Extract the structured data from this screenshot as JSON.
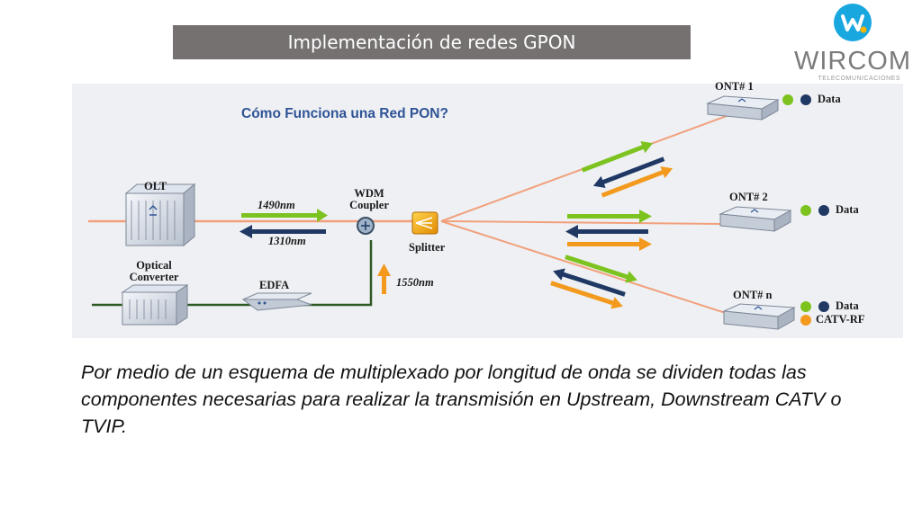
{
  "slide": {
    "title": "Implementación de redes GPON",
    "body": "Por medio de un esquema de multiplexado por longitud de onda se dividen todas las componentes necesarias para realizar la transmisión en Upstream, Downstream CATV o TVIP."
  },
  "logo": {
    "name": "WIRCOM",
    "subtitle": "TELECOMUNICACIONES",
    "accent_color": "#19a7e0"
  },
  "diagram": {
    "title": "Cómo Funciona una Red PON?",
    "devices": {
      "olt": "OLT",
      "optical_converter": "Optical Converter",
      "wdm_coupler": "WDM Coupler",
      "splitter": "Splitter",
      "edfa": "EDFA",
      "ont1": "ONT# 1",
      "ont2": "ONT# 2",
      "ontn": "ONT# n"
    },
    "wavelengths": {
      "downstream": "1490nm",
      "upstream": "1310nm",
      "video": "1550nm"
    },
    "legend": {
      "data": "Data",
      "catv": "CATV-RF"
    },
    "colors": {
      "green": "#7dc31f",
      "navy": "#1f3864",
      "orange": "#f39a1e",
      "fiber": "#f2a07b",
      "dark_line": "#2e5a24"
    }
  }
}
